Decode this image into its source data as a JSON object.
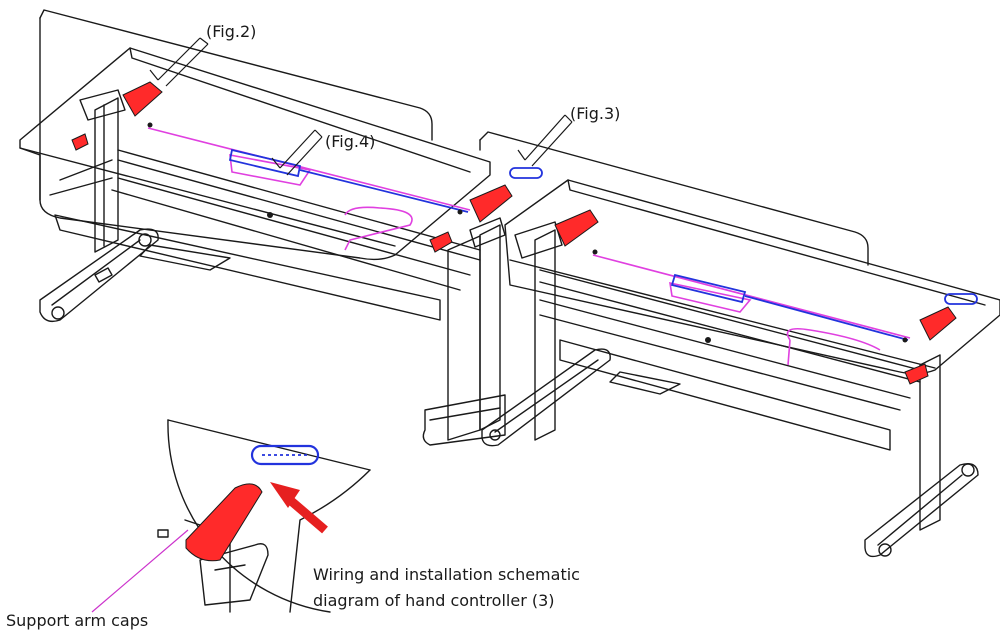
{
  "labels": {
    "fig2": "(Fig.2)",
    "fig3": "(Fig.3)",
    "fig4": "(Fig.4)",
    "caption_line1": "Wiring and installation schematic",
    "caption_line2": "diagram of hand controller (3)",
    "support_arm": "Support arm caps"
  },
  "colors": {
    "line": "#1a1a1a",
    "cap_red": "#ff2a2a",
    "cable_magenta": "#e040e0",
    "controller_blue": "#2233dd",
    "arrow_red": "#e62020",
    "leader_magenta": "#cc33cc"
  }
}
